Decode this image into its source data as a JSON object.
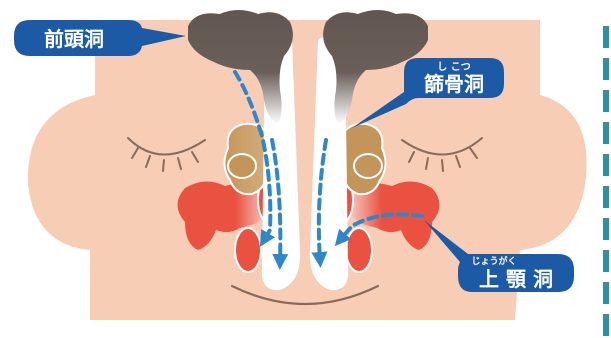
{
  "labels": {
    "frontal": {
      "text": "前頭洞"
    },
    "ethmoid": {
      "text": "篩骨洞",
      "ruby": "し こつ"
    },
    "maxillary": {
      "text": "上 顎 洞",
      "ruby": "じょうがく"
    }
  },
  "colors": {
    "skin": "#f7cdb6",
    "skin_line": "#8a6a5a",
    "frontal_sinus": "#625651",
    "ethmoid_sinus": "#c4955b",
    "maxillary_sinus": "#ea5140",
    "label_bg": "#1c5aa6",
    "flow_arrow": "#2f86c9",
    "side_bars": "#2f8fa6"
  },
  "icons": [
    "closed-eye-left-icon",
    "closed-eye-right-icon",
    "smile-icon",
    "flow-arrow-icon"
  ]
}
